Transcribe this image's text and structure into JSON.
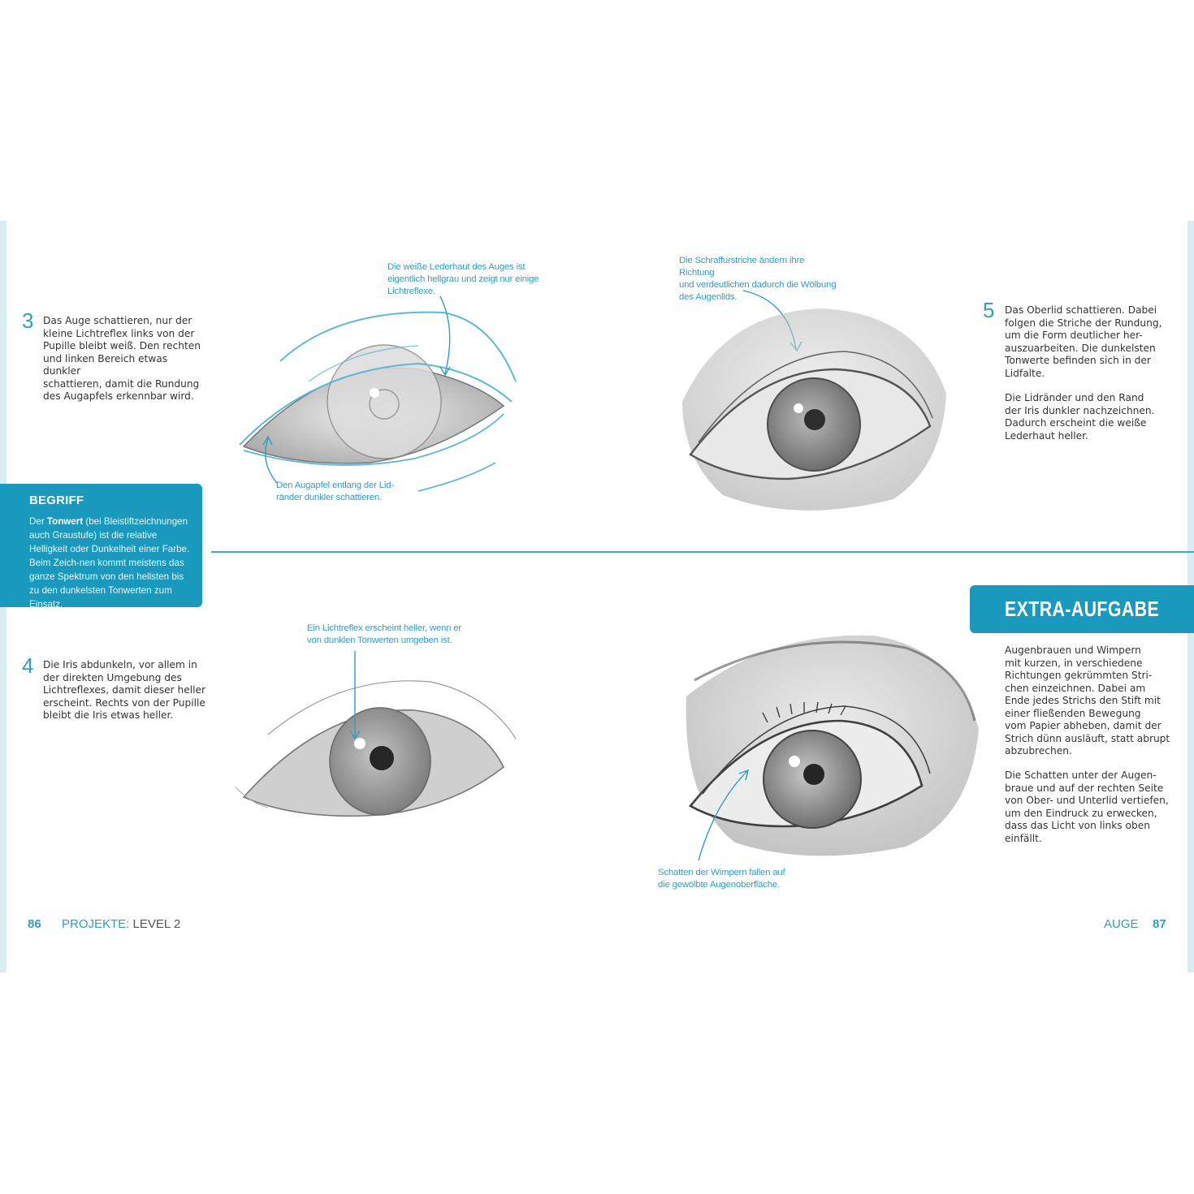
{
  "step3": {
    "number": "3",
    "text": "Das Auge schattieren, nur der\nkleine Lichtreflex links von der\nPupille bleibt weiß. Den rechten\nund linken Bereich etwas dunkler\nschattieren, damit die Rundung\ndes Augapfels erkennbar wird."
  },
  "callout_sclera": "Die weiße Lederhaut des Auges ist\neigentlich hellgrau und zeigt nur einige\nLichtreflexe.",
  "callout_lid_edge": "Den Augapfel entlang der Lid-\nränder dunkler schattieren.",
  "callout_hatching": "Die Schraffurstriche ändern ihre Richtung\nund verdeutlichen dadurch die Wölbung\ndes Augenlids.",
  "step5": {
    "number": "5",
    "text1": "Das Oberlid schattieren. Dabei\nfolgen die Striche der Rundung,\num die Form deutlicher her-\nauszuarbeiten. Die dunkelsten\nTonwerte befinden sich in der\nLidfalte.",
    "text2": "Die Lidränder und den Rand\nder Iris dunkler nachzeichnen.\nDadurch erscheint die weiße\nLederhaut heller."
  },
  "begriff": {
    "title": "BEGRIFF",
    "lead": "Der ",
    "term": "Tonwert",
    "body": " (bei Bleistiftzeichnungen auch Graustufe) ist die relative Helligkeit oder Dunkelheit einer Farbe. Beim Zeich-nen kommt meistens das ganze Spektrum von den hellsten bis zu den dunkelsten Tonwerten zum Einsatz."
  },
  "step4": {
    "number": "4",
    "text": "Die Iris abdunkeln, vor allem in\nder direkten Umgebung des\nLichtreflexes, damit dieser heller\nerscheint. Rechts von der Pupille\nbleibt die Iris etwas heller."
  },
  "callout_reflex": "Ein Lichtreflex erscheint heller, wenn er\nvon dunklen Tonwerten umgeben ist.",
  "callout_lashes": "Schatten der Wimpern fallen auf\ndie gewölbte Augenoberfläche.",
  "extra": {
    "title": "EXTRA-AUFGABE",
    "text1": "Augenbrauen und Wimpern\nmit kurzen, in verschiedene\nRichtungen gekrümmten Stri-\nchen einzeichnen. Dabei am\nEnde jedes Strichs den Stift mit\neiner fließenden Bewegung\nvom Papier abheben, damit der\nStrich dünn ausläuft, statt abrupt\nabzubrechen.",
    "text2": "Die Schatten unter der Augen-\nbraue und auf der rechten Seite\nvon Ober- und Unterlid vertiefen,\num den Eindruck zu erwecken,\ndass das Licht von links oben\neinfällt."
  },
  "footer": {
    "left_page": "86",
    "left_section": "PROJEKTE:",
    "left_level": " LEVEL 2",
    "right_section": "AUGE",
    "right_page": "87"
  },
  "colors": {
    "accent": "#1899bd",
    "accent_text": "#2f9fc1",
    "pencil": "#6b6b6b"
  }
}
